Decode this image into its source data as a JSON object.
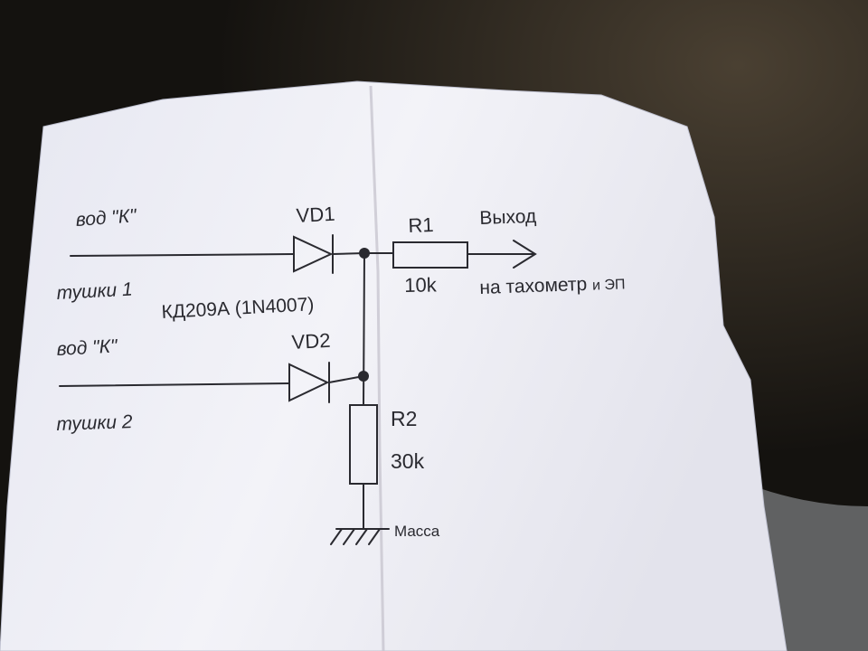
{
  "colors": {
    "paper": "#efeff6",
    "paper_shadow": "#cdcfe0",
    "ink": "#2a2a30",
    "background": "#1b1814"
  },
  "labels": {
    "input1_line1": "вод \"К\"",
    "input1_line2": "тушки 1",
    "input2_line1": "вод \"К\"",
    "input2_line2": "тушки 2",
    "diode_type": "КД209А (1N4007)",
    "vd1": "VD1",
    "vd2": "VD2",
    "r1": "R1",
    "r1_value": "10k",
    "r2": "R2",
    "r2_value": "30k",
    "output": "Выход",
    "output_dest_main": "на тахометр",
    "output_dest_tail": "и ЭП",
    "ground": "Масса"
  }
}
